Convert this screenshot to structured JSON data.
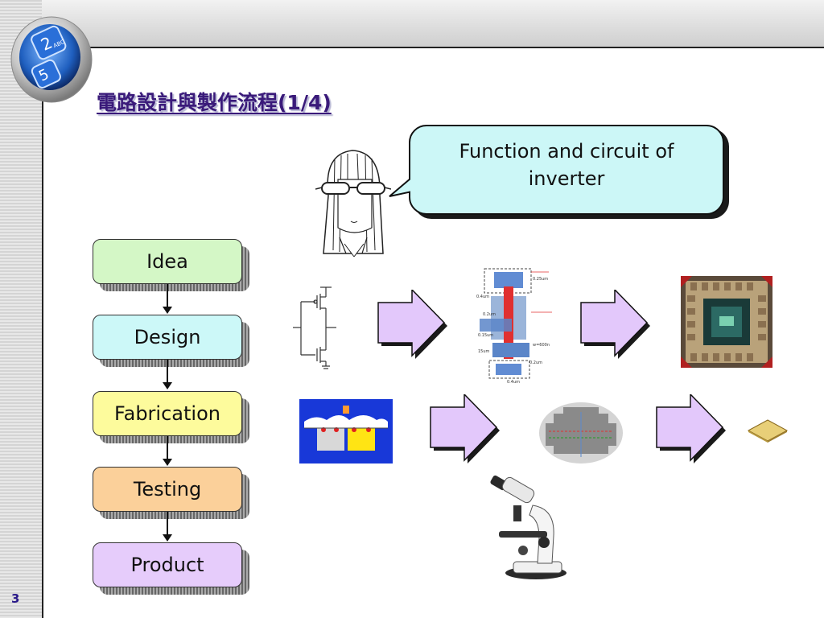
{
  "slide": {
    "title": "電路設計與製作流程(1/4)",
    "page_number": "3"
  },
  "logo": {
    "icon": "keypad-key-2-abc-icon"
  },
  "speech_bubble": {
    "text_line1": "Function and circuit of",
    "text_line2": "inverter"
  },
  "flow": {
    "steps": [
      {
        "label": "Idea",
        "color": "#d4f7c6"
      },
      {
        "label": "Design",
        "color": "#ccf8f8"
      },
      {
        "label": "Fabrication",
        "color": "#fdfb9c"
      },
      {
        "label": "Testing",
        "color": "#fbd09a"
      },
      {
        "label": "Product",
        "color": "#e6ccfb"
      }
    ]
  },
  "colors": {
    "arrow_fill": "#e3c8fb",
    "title_color": "#3a1a7a",
    "accent_blue": "#1b3ad0"
  },
  "illustrations": [
    "girl-with-glasses-icon",
    "inverter-schematic-icon",
    "inverter-layout-icon",
    "chip-die-photo-icon",
    "cmos-cross-section-icon",
    "wafer-icon",
    "chip-package-icon",
    "microscope-icon"
  ]
}
